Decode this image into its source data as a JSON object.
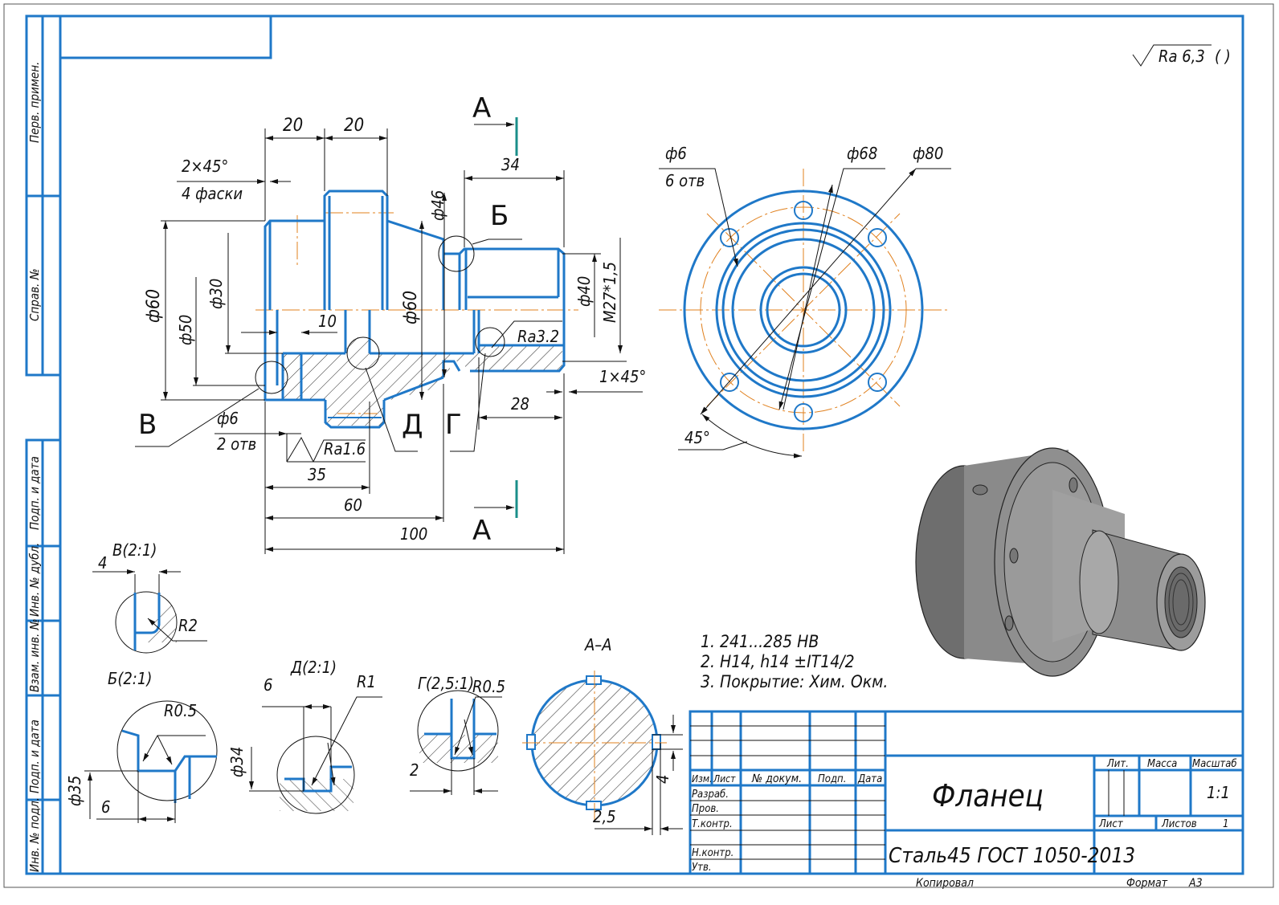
{
  "roughness_symbol": {
    "value": "Ra 6,3",
    "suffix": "( )"
  },
  "side_stamps": [
    "Перв. примен.",
    "Справ. №",
    "Подп. и дата",
    "Инв. № дубл.",
    "Взам. инв. №",
    "Подп. и дата",
    "Инв. № подл."
  ],
  "main_view": {
    "dims": {
      "d20a": "20",
      "d20b": "20",
      "chamfer_top": "2×45°",
      "chamfer_bottom": "4 фаски",
      "d34": "34",
      "phi46": "ф46",
      "phi60_left": "ф60",
      "phi50": "ф50",
      "phi30": "ф30",
      "d10": "10",
      "phi60_mid": "ф60",
      "phi40": "ф40",
      "thread": "M27*1,5",
      "ra32": "Ra3.2",
      "chamfer_right": "1×45°",
      "d28": "28",
      "hole_top": "ф6",
      "hole_bottom": "2 отв",
      "ra16": "Ra1.6",
      "d35": "35",
      "d60": "60",
      "d100": "100"
    },
    "callouts": {
      "section_top": "А",
      "section_bottom": "А",
      "b": "Б",
      "v": "В",
      "d": "Д",
      "g": "Г"
    }
  },
  "end_view": {
    "hole_top": "ф6",
    "hole_bottom": "6 отв",
    "phi68": "ф68",
    "phi80": "ф80",
    "angle": "45°"
  },
  "details": {
    "v": {
      "title": "В(2:1)",
      "dim": "4",
      "radius": "R2"
    },
    "b": {
      "title": "Б(2:1)",
      "radius": "R0.5",
      "phi": "ф35",
      "dim": "6"
    },
    "d": {
      "title": "Д(2:1)",
      "radius": "R1",
      "phi": "ф34",
      "dim": "6"
    },
    "g": {
      "title": "Г(2,5:1)",
      "radius": "R0.5",
      "dim": "2"
    },
    "aa": {
      "title": "А–А",
      "dim_a": "2,5",
      "dim_b": "4"
    }
  },
  "notes": [
    "1. 241...285 HB",
    "2. H14, h14 ±IT14/2",
    "3. Покрытие: Хим. Окм."
  ],
  "title_block": {
    "part_name": "Фланец",
    "material": "Сталь45 ГОСТ 1050-2013",
    "header": {
      "izm": "Изм.",
      "list": "Лист",
      "doc": "№ докум.",
      "podp": "Подп.",
      "data": "Дата"
    },
    "roles": [
      "Разраб.",
      "Пров.",
      "Т.контр.",
      "",
      "Н.контр.",
      "Утв."
    ],
    "lit": "Лит.",
    "massa": "Масса",
    "masshtab": "Масштаб",
    "scale_value": "1:1",
    "sheet": "Лист",
    "sheets": "Листов",
    "sheets_value": "1",
    "copied": "Копировал",
    "format_label": "Формат",
    "format_value": "A3"
  },
  "colors": {
    "outline": "#1f78c8",
    "axis": "#e0801e",
    "section_mark": "#1a8f8a",
    "dim": "#111111"
  }
}
